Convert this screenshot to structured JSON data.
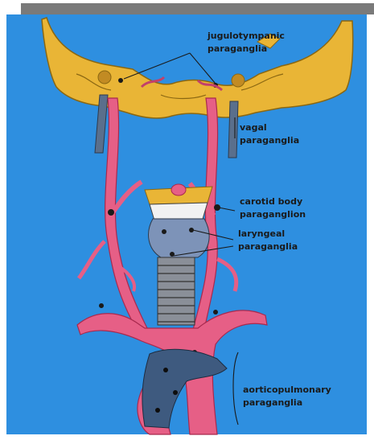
{
  "labels": {
    "jugulotympanic": [
      "jugulotympanic",
      "paraganglia"
    ],
    "vagal": [
      "vagal",
      "paraganglia"
    ],
    "carotid": [
      "carotid body",
      "paraganglion"
    ],
    "laryngeal": [
      "laryngeal",
      "paraganglia"
    ],
    "aorticopulmonary": [
      "aorticopulmonary",
      "paraganglia"
    ]
  },
  "colors": {
    "background": "#2e8fe0",
    "skull": "#e9b536",
    "artery": "#e65f86",
    "nerve": "#5a6f8c",
    "larynx": "#7d93b8",
    "top_bar": "#7a7a7a"
  }
}
